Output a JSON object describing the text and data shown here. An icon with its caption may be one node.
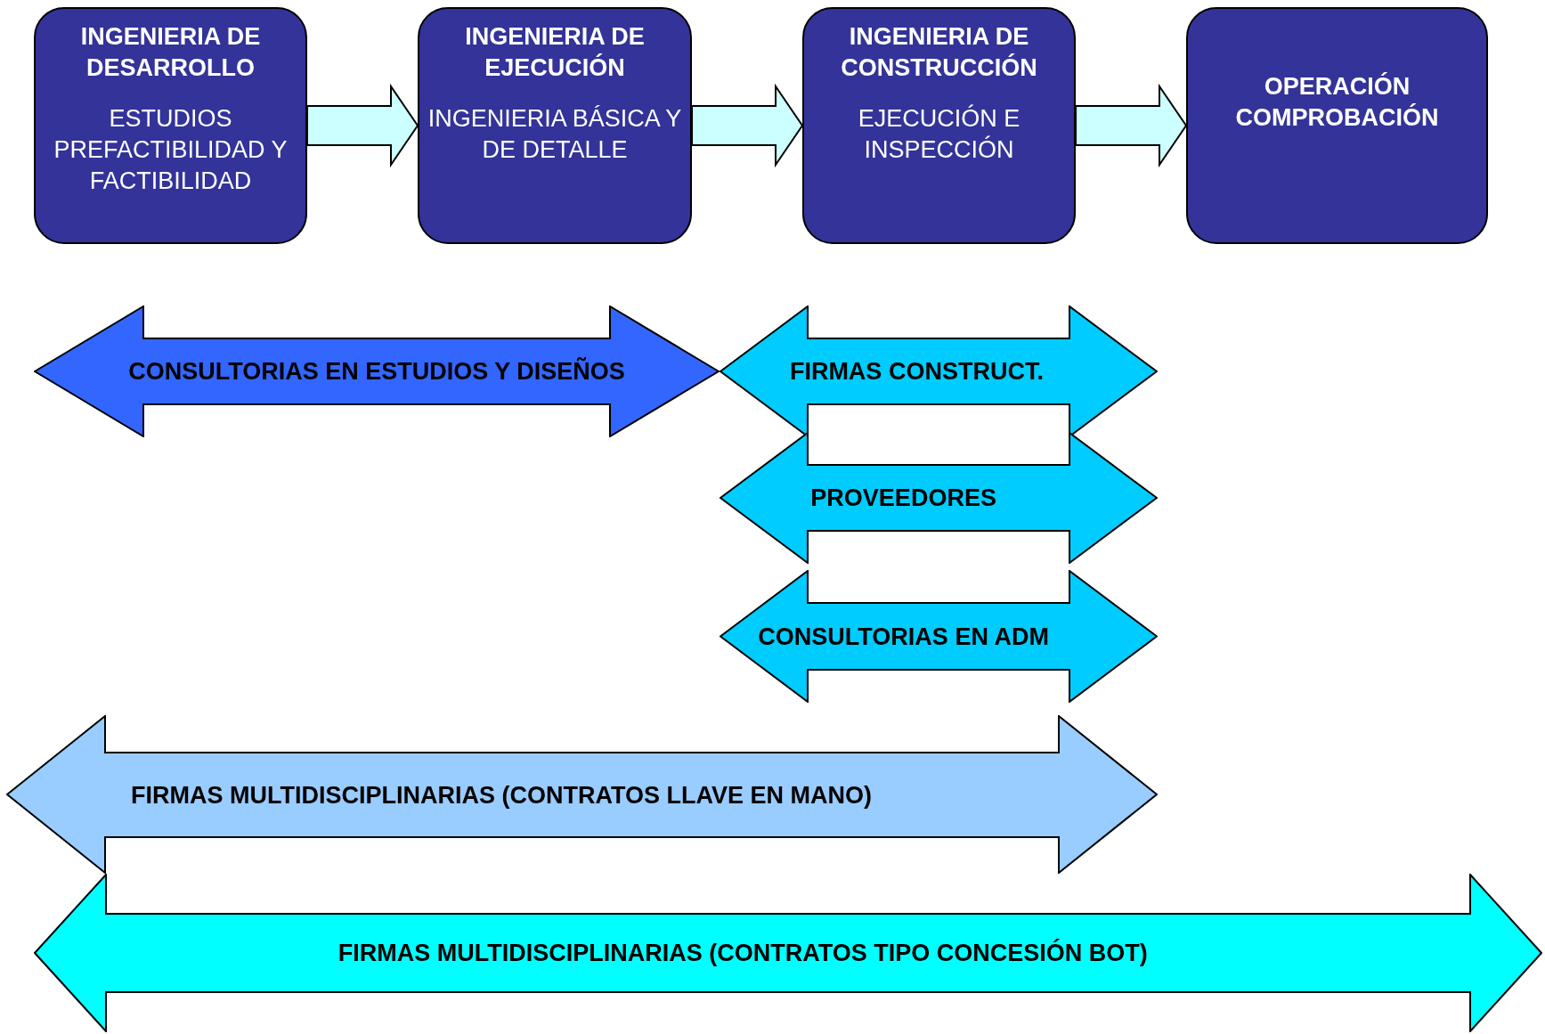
{
  "diagram": {
    "nodes": [
      {
        "text": [
          "INGENIERIA DE DESARROLLO",
          "ESTUDIOS PREFACTIBILIDAD Y FACTIBILIDAD"
        ]
      },
      {
        "text": [
          "INGENIERIA DE EJECUCIÓN",
          "INGENIERIA BÁSICA Y DE DETALLE"
        ]
      },
      {
        "text": [
          "INGENIERIA DE CONSTRUCCIÓN",
          "EJECUCIÓN E INSPECCIÓN"
        ]
      },
      {
        "text": [
          "OPERACIÓN COMPROBACIÓN"
        ]
      },
      {
        "text": [
          "CONSULTORIAS EN ESTUDIOS Y DISEÑOS"
        ]
      },
      {
        "text": [
          "FIRMAS CONSTRUCT."
        ]
      },
      {
        "text": [
          "PROVEEDORES"
        ]
      },
      {
        "text": [
          "CONSULTORIAS EN ADM"
        ]
      },
      {
        "text": [
          "FIRMAS MULTIDISCIPLINARIAS (CONTRATOS LLAVE EN MANO)"
        ]
      },
      {
        "text": [
          "FIRMAS MULTIDISCIPLINARIAS (CONTRATOS TIPO CONCESIÓN BOT)"
        ]
      }
    ],
    "edges": [
      {
        "from": 0,
        "to": 1,
        "arrow": "to"
      },
      {
        "from": 1,
        "to": 2,
        "arrow": "to"
      },
      {
        "from": 2,
        "to": 3,
        "arrow": "to"
      }
    ]
  }
}
